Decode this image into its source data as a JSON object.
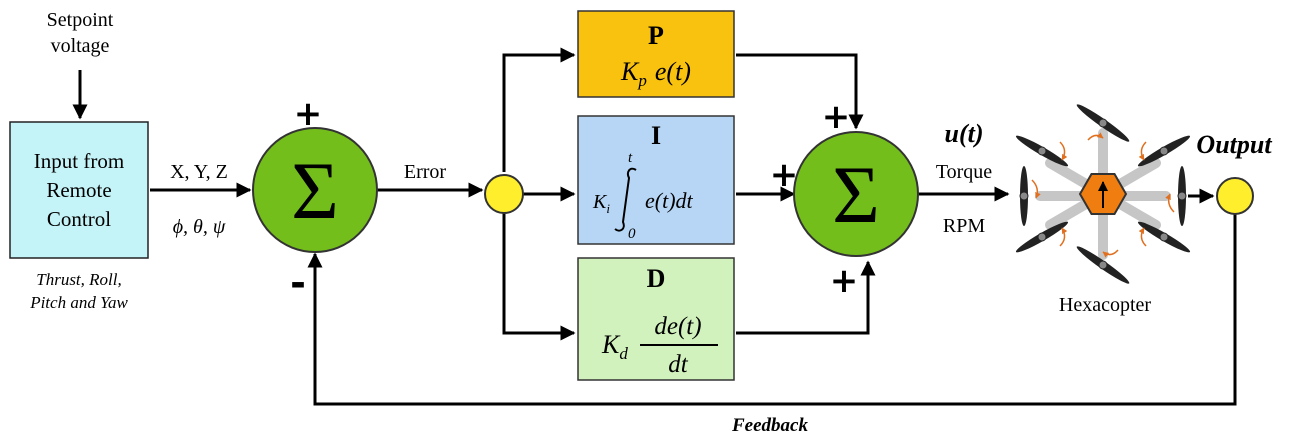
{
  "setpoint": {
    "line1": "Setpoint",
    "line2": "voltage"
  },
  "input_box": {
    "line1": "Input from",
    "line2": "Remote",
    "line3": "Control",
    "caption1": "Thrust, Roll,",
    "caption2": "Pitch and Yaw",
    "fill": "#c5f4f8"
  },
  "signals": {
    "xyz": "X, Y, Z",
    "angles": "ϕ, θ, ψ",
    "error": "Error",
    "u": "u(t)",
    "torque": "Torque",
    "rpm": "RPM",
    "output": "Output",
    "feedback": "Feedback"
  },
  "sum1": {
    "symbol": "Σ",
    "plus": "+",
    "minus": "-"
  },
  "sum2": {
    "symbol": "Σ",
    "plus_top": "+",
    "plus_left": "+",
    "plus_bottom": "+"
  },
  "p_block": {
    "title": "P",
    "k": "K",
    "sub": "p",
    "expr": "e(t)",
    "fill": "#f9c20e"
  },
  "i_block": {
    "title": "I",
    "k": "K",
    "sub": "i",
    "upper": "t",
    "lower": "0",
    "integrand": "e(t)dt",
    "fill": "#b7d6f5"
  },
  "d_block": {
    "title": "D",
    "k": "K",
    "sub": "d",
    "num": "de(t)",
    "den": "dt",
    "fill": "#d2f2bd"
  },
  "hexacopter": {
    "label": "Hexacopter"
  },
  "colors": {
    "sum_fill": "#74be1b",
    "junction_fill": "#ffee2c",
    "hub_fill": "#f07d10",
    "arm": "#c6c6c6",
    "rotation_arrow": "#e07020",
    "line": "#000000"
  }
}
